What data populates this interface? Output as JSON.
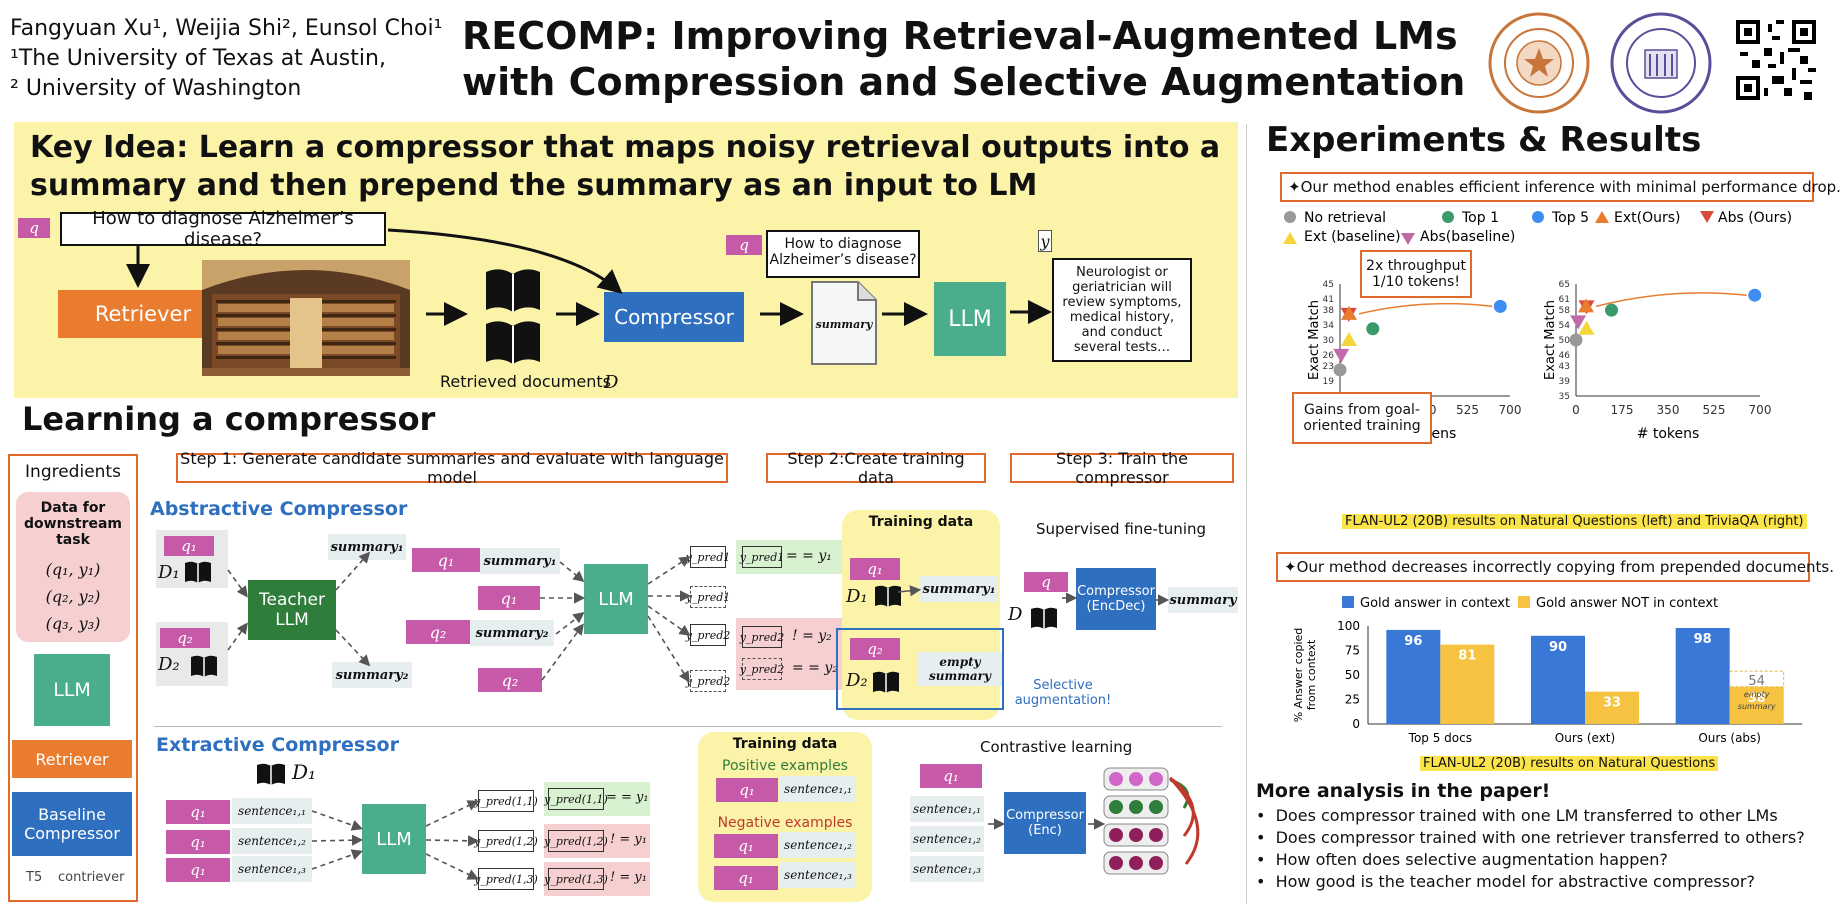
{
  "header": {
    "authors": "Fangyuan Xu¹, Weijia Shi², Eunsol Choi¹",
    "affil1": "¹The University of Texas at Austin,",
    "affil2": "² University of Washington",
    "title_line1": "RECOMP: Improving Retrieval-Augmented LMs",
    "title_line2": "with Compression and Selective Augmentation"
  },
  "key_idea": {
    "line1": "Key Idea: Learn a compressor that maps noisy retrieval outputs into a",
    "line2": "summary and then prepend the summary as an input to LM",
    "q_tag": "q",
    "question": "How to diagnose Alzheimer’s disease?",
    "retriever": "Retriever",
    "retrieved_docs": "Retrieved documents",
    "d_label": "D",
    "compressor": "Compressor",
    "q2_line1": "How to diagnose",
    "q2_line2": "Alzheimer’s disease?",
    "summary_doc": "summary",
    "llm": "LLM",
    "y_tag": "y",
    "answer": "Neurologist or geriatrician will review symptoms, medical history, and conduct several tests…"
  },
  "learning": {
    "heading": "Learning a compressor",
    "ingredients": {
      "title": "Ingredients",
      "data_title": "Data for downstream task",
      "pairs": [
        "(q₁, y₁)",
        "(q₂, y₂)",
        "(q₃, y₃)"
      ],
      "llm": "LLM",
      "retriever": "Retriever",
      "baseline": "Baseline Compressor",
      "t5": "T5",
      "contriever": "contriever"
    },
    "step1": "Step 1: Generate candidate summaries and evaluate with language model",
    "step2": "Step 2:Create training data",
    "step3": "Step 3: Train the compressor",
    "abstractive": {
      "title": "Abstractive Compressor",
      "q1": "q₁",
      "q2": "q₂",
      "d1": "D₁",
      "d2": "D₂",
      "teacher": "Teacher LLM",
      "summary1": "summary₁",
      "summary2": "summary₂",
      "llm": "LLM",
      "preds": [
        "y_pred1",
        "y_pred1",
        "y_pred2",
        "y_pred2"
      ],
      "eq1": "= = y₁",
      "neq2": "! = y₂",
      "eq2": "= = y₂",
      "training_data": "Training data",
      "empty_summary": "empty summary",
      "selective": "Selective augmentation!",
      "sft": "Supervised fine-tuning",
      "q": "q",
      "d": "D",
      "compressor": "Compressor (EncDec)",
      "summary_out": "summary"
    },
    "extractive": {
      "title": "Extractive Compressor",
      "d1": "D₁",
      "q1": "q₁",
      "sentences": [
        "sentence₁,₁",
        "sentence₁,₂",
        "sentence₁,₃"
      ],
      "llm": "LLM",
      "preds": [
        "y_pred(1,1)",
        "y_pred(1,2)",
        "y_pred(1,3)"
      ],
      "results": [
        "= = y₁",
        "! = y₁",
        "! = y₁"
      ],
      "training_data": "Training data",
      "positive": "Positive examples",
      "negative": "Negative examples",
      "contrastive": "Contrastive learning",
      "compressor": "Compressor (Enc)"
    }
  },
  "results": {
    "heading": "Experiments & Results",
    "claim1": "✦Our method enables efficient inference with minimal performance drop.",
    "legend": [
      "No retrieval",
      "Top 1",
      "Top 5",
      "Ext(Ours)",
      "Abs (Ours)",
      "Ext (baseline)",
      "Abs(baseline)"
    ],
    "callout_throughput_1": "2x throughput",
    "callout_throughput_2": "1/10 tokens!",
    "callout_goal_1": "Gains from goal-",
    "callout_goal_2": "oriented training",
    "ylabel": "Exact Match",
    "xlabel": "# tokens",
    "scatter_caption": "FLAN-UL2 (20B) results on Natural Questions (left) and TriviaQA (right)",
    "claim2": "✦Our method decreases incorrectly copying from prepended documents.",
    "bar_legend": [
      "Gold answer in context",
      "Gold answer NOT in context"
    ],
    "bar_ylabel_1": "% Answer copied",
    "bar_ylabel_2": "from context",
    "empty_summary_note": "empty summary",
    "bar_caption": "FLAN-UL2 (20B) results on Natural Questions",
    "more_title": "More analysis in the paper!",
    "bullets": [
      "Does compressor trained with one LM transferred to other LMs",
      "Does compressor trained with one retriever transferred to others?",
      "How often does selective augmentation happen?",
      "How good is the teacher model for abstractive compressor?"
    ]
  },
  "chart_data": [
    {
      "type": "scatter",
      "xlabel": "# tokens",
      "ylabel": "Exact Match",
      "xlim": [
        0,
        700
      ],
      "ylim": [
        15,
        45
      ],
      "xticks": [
        0,
        175,
        350,
        525,
        700
      ],
      "yticks": [
        15,
        19,
        23,
        26,
        30,
        34,
        38,
        41,
        45
      ],
      "colors": {
        "No retrieval": "#999999",
        "Top 1": "#3a9a6a",
        "Top 5": "#3d8ef0",
        "Ext(Ours)": "#ea7c2f",
        "Abs (Ours)": "#d94a3a",
        "Ext (baseline)": "#f5d63a",
        "Abs(baseline)": "#c06aa8"
      },
      "points": [
        {
          "series": "No retrieval",
          "x": 0,
          "y": 22
        },
        {
          "series": "Top 1",
          "x": 135,
          "y": 33
        },
        {
          "series": "Top 5",
          "x": 660,
          "y": 39
        },
        {
          "series": "Ext(Ours)",
          "x": 37,
          "y": 37
        },
        {
          "series": "Abs (Ours)",
          "x": 36,
          "y": 37
        },
        {
          "series": "Ext (baseline)",
          "x": 37,
          "y": 30
        },
        {
          "series": "Abs(baseline)",
          "x": 5,
          "y": 26
        }
      ]
    },
    {
      "type": "scatter",
      "xlabel": "# tokens",
      "ylabel": "Exact Match",
      "xlim": [
        0,
        700
      ],
      "ylim": [
        35,
        65
      ],
      "xticks": [
        0,
        175,
        350,
        525,
        700
      ],
      "yticks": [
        35,
        39,
        43,
        46,
        50,
        54,
        58,
        61,
        65
      ],
      "points": [
        {
          "series": "No retrieval",
          "x": 0,
          "y": 50
        },
        {
          "series": "Top 1",
          "x": 135,
          "y": 58
        },
        {
          "series": "Top 5",
          "x": 680,
          "y": 62
        },
        {
          "series": "Ext(Ours)",
          "x": 38,
          "y": 59
        },
        {
          "series": "Abs (Ours)",
          "x": 40,
          "y": 59
        },
        {
          "series": "Ext (baseline)",
          "x": 40,
          "y": 53
        },
        {
          "series": "Abs(baseline)",
          "x": 8,
          "y": 55
        }
      ]
    },
    {
      "type": "bar",
      "categories": [
        "Top 5 docs",
        "Ours (ext)",
        "Ours (abs)"
      ],
      "ylim": [
        0,
        100
      ],
      "yticks": [
        0,
        25,
        50,
        75,
        100
      ],
      "series": [
        {
          "name": "Gold answer in context",
          "color": "#3a78d8",
          "values": [
            96,
            90,
            98
          ]
        },
        {
          "name": "Gold answer NOT in context",
          "color": "#f5c242",
          "values": [
            81,
            33,
            38
          ]
        }
      ],
      "extra_value": 54
    }
  ]
}
